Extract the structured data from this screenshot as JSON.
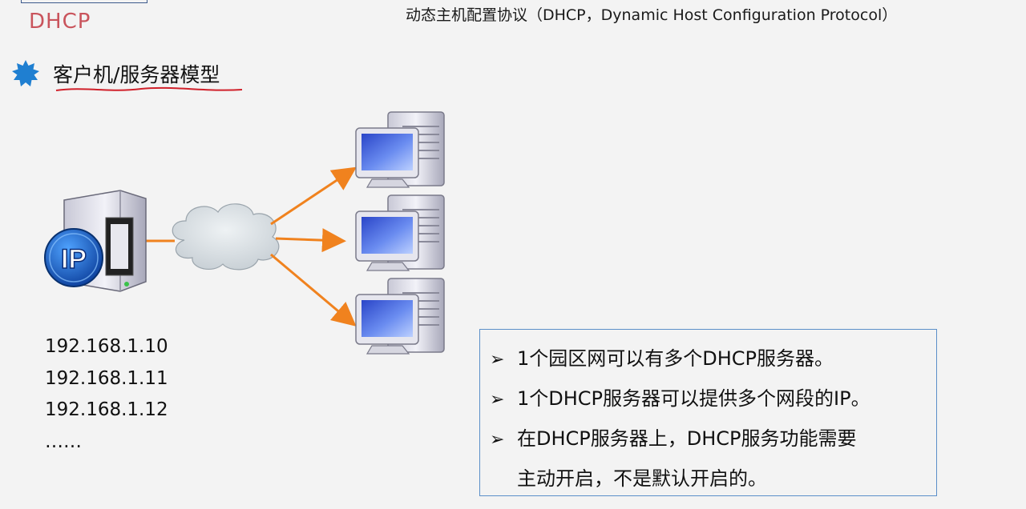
{
  "header": {
    "tag": "DHCP",
    "title": "动态主机配置协议（DHCP，Dynamic Host Configuration Protocol）"
  },
  "section": {
    "heading": "客户机/服务器模型"
  },
  "diagram": {
    "server_badge": "IP",
    "ip_list": [
      "192.168.1.10",
      "192.168.1.11",
      "192.168.1.12",
      "……"
    ]
  },
  "info_box": {
    "bullet_marker": "➢",
    "items": [
      "1个园区网可以有多个DHCP服务器。",
      "1个DHCP服务器可以提供多个网段的IP。",
      "在DHCP服务器上，DHCP服务功能需要"
    ],
    "item3_continuation": "主动开启，不是默认开启的。"
  },
  "colors": {
    "accent_red": "#c9545c",
    "star_blue": "#1f7fd1",
    "arrow_orange": "#f0821e",
    "box_border": "#5b8fc9"
  }
}
